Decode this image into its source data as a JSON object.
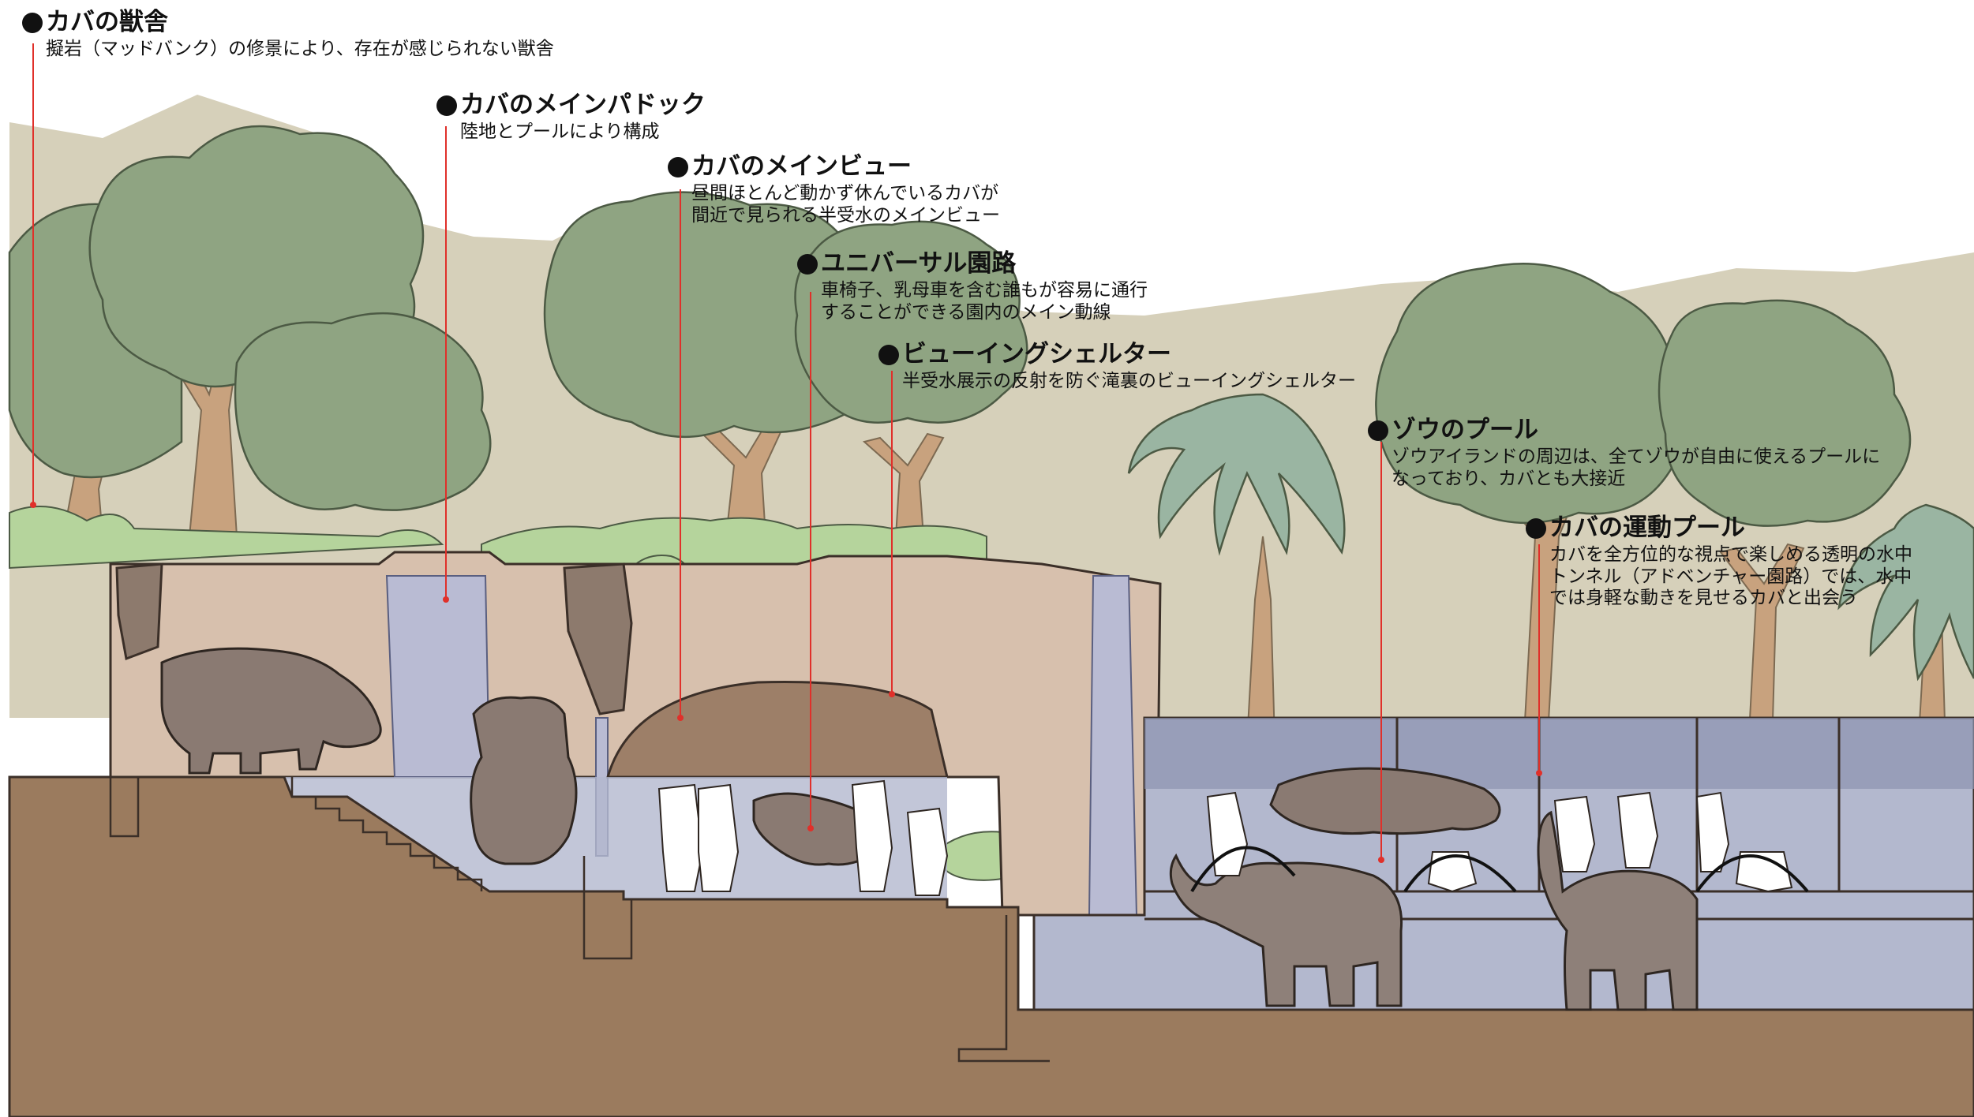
{
  "colors": {
    "sky": "#ffffff",
    "hills": "#d6d0ba",
    "foliage": "#8fa482",
    "foliage_light": "#b5d49c",
    "trunk": "#c8a27e",
    "rock": "#d7c0ad",
    "ground": "#9b7b5e",
    "water": "#b3b8ce",
    "water_deep": "#8d93b0",
    "hippo": "#8a7a72",
    "elephant": "#8e8079",
    "leader": "#e0302a",
    "text": "#111111"
  },
  "annotations": [
    {
      "title": "カバの獣舎",
      "lines": [
        "擬岩（マッドバンク）の修景により、存在が感じられない獣舎"
      ]
    },
    {
      "title": "カバのメインパドック",
      "lines": [
        "陸地とプールにより構成"
      ]
    },
    {
      "title": "カバのメインビュー",
      "lines": [
        "昼間ほとんど動かず休んでいるカバが",
        "間近で見られる半受水のメインビュー"
      ]
    },
    {
      "title": "ユニバーサル園路",
      "lines": [
        "車椅子、乳母車を含む誰もが容易に通行",
        "することができる園内のメイン動線"
      ]
    },
    {
      "title": "ビューイングシェルター",
      "lines": [
        "半受水展示の反射を防ぐ滝裏のビューイングシェルター"
      ]
    },
    {
      "title": "ゾウのプール",
      "lines": [
        "ゾウアイランドの周辺は、全てゾウが自由に使えるプールに",
        "なっており、カバとも大接近"
      ]
    },
    {
      "title": "カバの運動プール",
      "lines": [
        "カバを全方位的な視点で楽しめる透明の水中",
        "トンネル（アドベンチャー園路）では、水中",
        "では身軽な動きを見せるカバと出会う"
      ]
    }
  ]
}
